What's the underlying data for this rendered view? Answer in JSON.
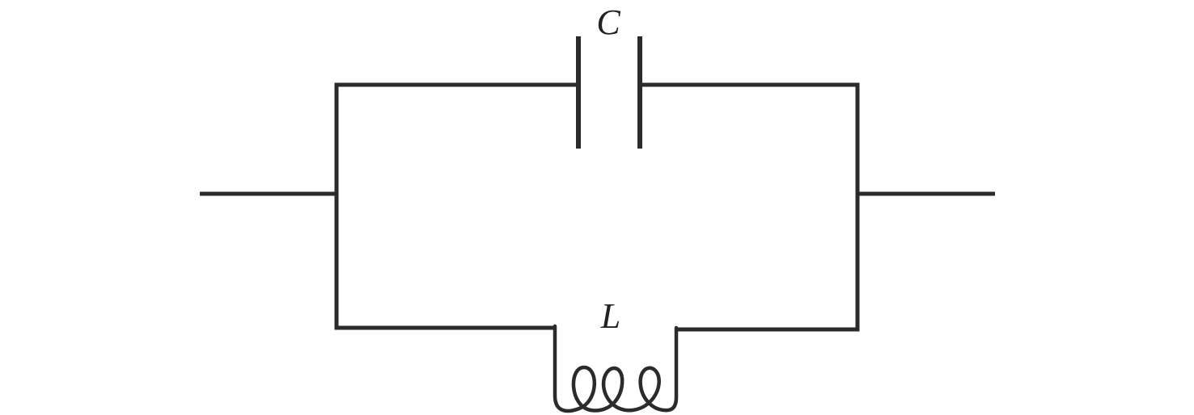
{
  "diagram": {
    "capacitor": {
      "label": "C",
      "name": "capacitor"
    },
    "inductor": {
      "label": "L",
      "name": "inductor"
    }
  },
  "colors": {
    "line": "#2b2b2b",
    "label": "#222222",
    "background": "#ffffff"
  }
}
